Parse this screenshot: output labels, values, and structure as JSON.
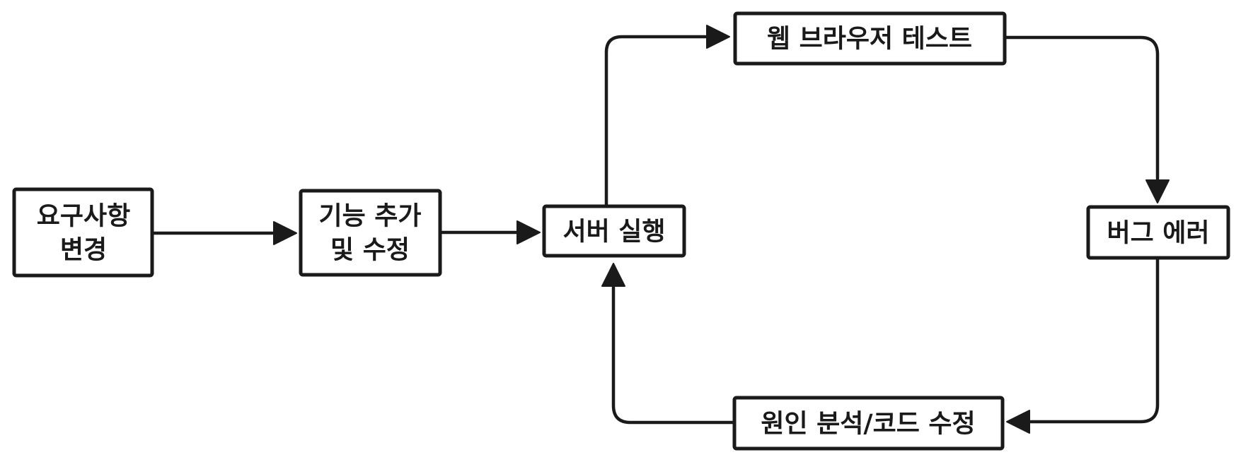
{
  "diagram": {
    "colors": {
      "background": "#ffffff",
      "stroke": "#1a1a1a",
      "text": "#1a1a1a"
    },
    "nodes": {
      "requirements_change": {
        "label": "요구사항 변경",
        "line1": "요구사항",
        "line2": "변경"
      },
      "feature_add_edit": {
        "label": "기능 추가 및 수정",
        "line1": "기능 추가",
        "line2": "및 수정"
      },
      "server_run": {
        "label": "서버 실행"
      },
      "web_browser_test": {
        "label": "웹 브라우저 테스트"
      },
      "bug_error": {
        "label": "버그 에러"
      },
      "cause_analysis_code_fix": {
        "label": "원인 분석/코드 수정"
      }
    },
    "edges": [
      {
        "from": "requirements_change",
        "to": "feature_add_edit"
      },
      {
        "from": "feature_add_edit",
        "to": "server_run"
      },
      {
        "from": "server_run",
        "to": "web_browser_test"
      },
      {
        "from": "web_browser_test",
        "to": "bug_error"
      },
      {
        "from": "bug_error",
        "to": "cause_analysis_code_fix"
      },
      {
        "from": "cause_analysis_code_fix",
        "to": "server_run"
      }
    ]
  }
}
